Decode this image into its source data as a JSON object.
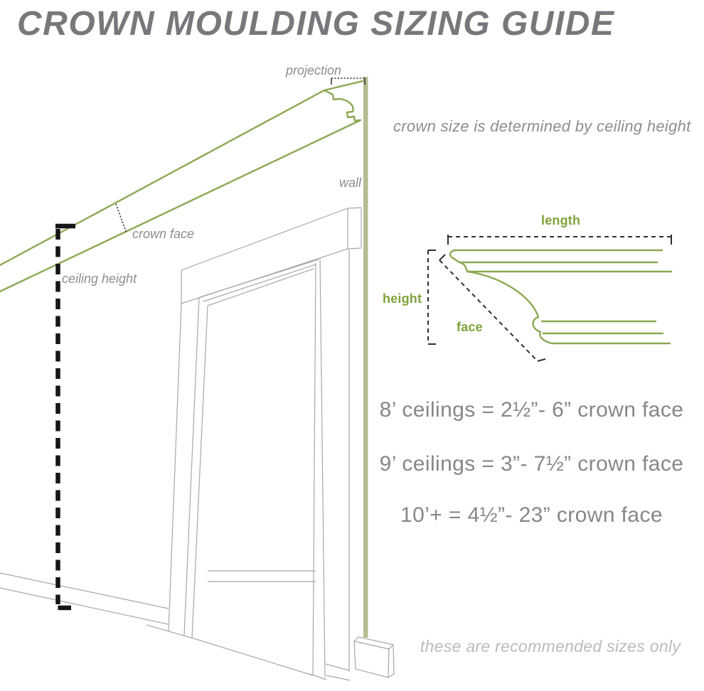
{
  "header": {
    "title": "CROWN MOULDING SIZING GUIDE"
  },
  "scene": {
    "labels": {
      "projection": "projection",
      "wall": "wall",
      "crown_face": "crown face",
      "ceiling_height": "ceiling height"
    }
  },
  "cross_section": {
    "labels": {
      "length": "length",
      "height": "height",
      "face": "face"
    }
  },
  "annotations": {
    "crown_size_note": "crown size is determined by ceiling height",
    "footer_note": "these are recommended sizes only"
  },
  "sizing_rules": [
    {
      "ceiling": "8’ ceilings",
      "crown_face_range": "2½”- 6”",
      "text": "8’ ceilings = 2½”- 6” crown face"
    },
    {
      "ceiling": "9’ ceilings",
      "crown_face_range": "3”- 7½”",
      "text": "9’ ceilings = 3”- 7½” crown face"
    },
    {
      "ceiling": "10’+",
      "crown_face_range": "4½”- 23”",
      "text": "10’+ = 4½”- 23” crown face"
    }
  ],
  "colors": {
    "moulding_green": "#8CA853",
    "label_green": "#7FA33B",
    "wall_sage": "#B6BC92",
    "title_gray": "#77787B",
    "text_gray": "#85878A",
    "label_gray": "#8B8D90",
    "faint_gray": "#BABBBD",
    "line_gray": "#A8A8A8",
    "dash_black": "#161616"
  }
}
